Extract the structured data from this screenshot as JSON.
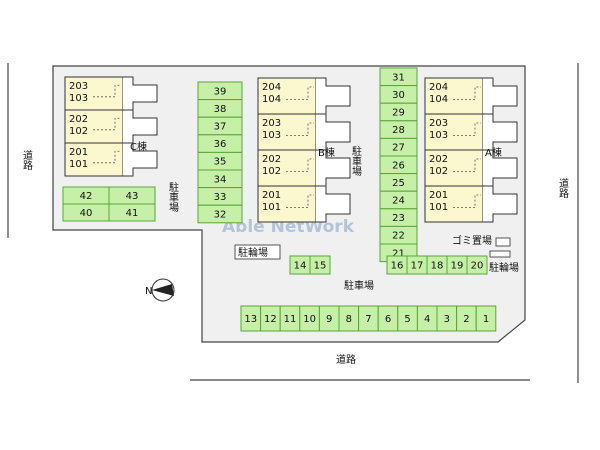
{
  "labels": {
    "road_left": "道路",
    "road_right": "道路",
    "road_bottom": "道路",
    "parking_left": "駐車場",
    "parking_center": "駐車場",
    "parking_bottom": "駐車場",
    "bike_center": "駐輪場",
    "bike_right": "駐輪場",
    "garbage": "ゴミ置場",
    "watermark": "Able NetWork",
    "compass": "N"
  },
  "buildings": {
    "c": {
      "name": "C棟",
      "units": [
        "203",
        "103",
        "202",
        "102",
        "201",
        "101"
      ]
    },
    "b": {
      "name": "B棟",
      "units": [
        "204",
        "104",
        "203",
        "103",
        "202",
        "102",
        "201",
        "101"
      ]
    },
    "a": {
      "name": "A棟",
      "units": [
        "204",
        "104",
        "203",
        "103",
        "202",
        "102",
        "201",
        "101"
      ]
    }
  },
  "parking": {
    "left_grid": [
      "42",
      "43",
      "40",
      "41"
    ],
    "col_39_32": [
      "39",
      "38",
      "37",
      "36",
      "35",
      "34",
      "33",
      "32"
    ],
    "col_31_21": [
      "31",
      "30",
      "29",
      "28",
      "27",
      "26",
      "25",
      "24",
      "23",
      "22",
      "21"
    ],
    "row_16_20": [
      "16",
      "17",
      "18",
      "19",
      "20"
    ],
    "row_14_15": [
      "14",
      "15"
    ],
    "bottom_row": [
      "13",
      "12",
      "11",
      "10",
      "9",
      "8",
      "7",
      "6",
      "5",
      "4",
      "3",
      "2",
      "1"
    ]
  },
  "colors": {
    "lot_fill": "#f0f0f0",
    "parking_fill": "#c6f0a8",
    "parking_stroke": "#5aa33a",
    "building_fill": "#fbf7cf",
    "building_stroke": "#333333"
  }
}
